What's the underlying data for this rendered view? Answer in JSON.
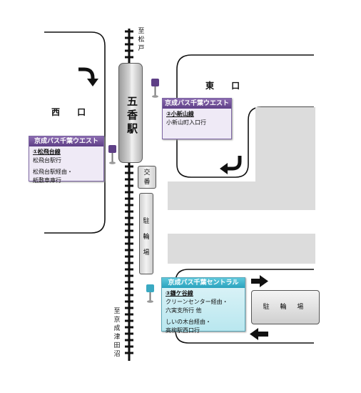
{
  "map": {
    "station_name": "五香駅",
    "direction_north": "至松戸",
    "direction_south": "至京成津田沼",
    "west_exit": "西 口",
    "east_exit": "東 口",
    "koban": "交番",
    "bike_parking_west": "駐輪場",
    "bike_parking_east": "駐 輪 場"
  },
  "bus_stops": [
    {
      "company": "京成バス千葉ウエスト",
      "line": "①松飛台線",
      "dest1": "松飛台駅行",
      "dest2": "松飛台駅経由・",
      "dest3": "紙敷車庫行"
    },
    {
      "company": "京成バス千葉ウエスト",
      "line": "②小新山線",
      "dest1": "小新山町入口行"
    },
    {
      "company": "京成バス千葉セントラル",
      "line": "③鎌ケ谷線",
      "dest1": "クリーンセンター経由・",
      "dest2": "六実支所行 他",
      "dest3": "しいの木台経由・",
      "dest4": "高柳駅西口行"
    }
  ],
  "colors": {
    "purple_header": "#5e3f86",
    "teal_header": "#2aa2bd",
    "block_gray": "#dcdcdc"
  }
}
